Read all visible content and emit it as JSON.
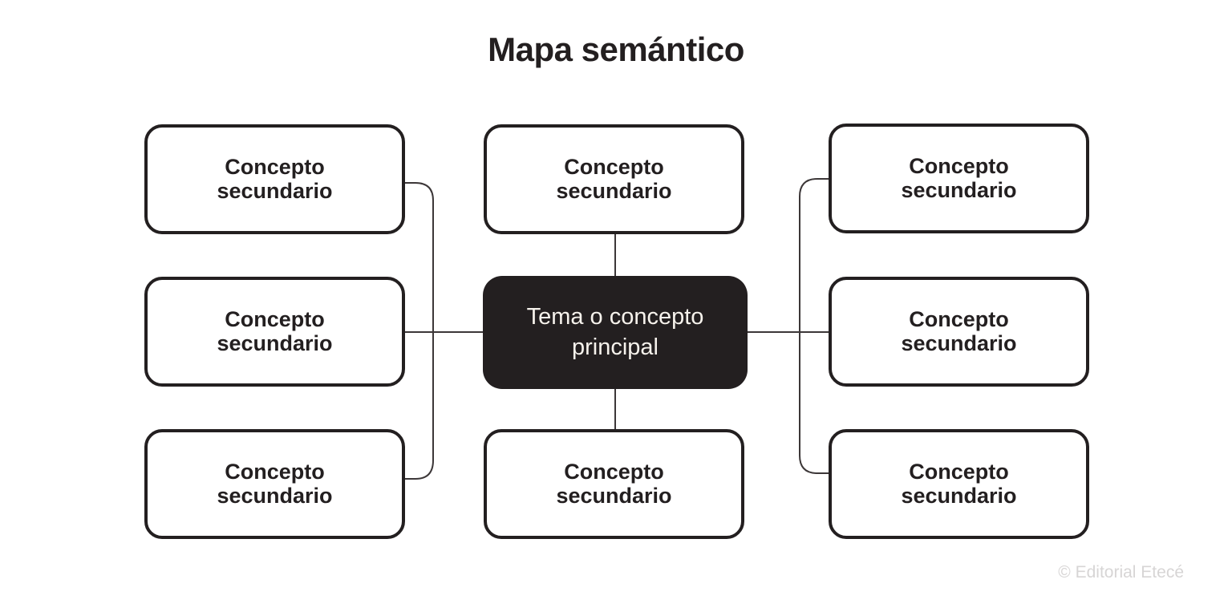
{
  "title": "Mapa semántico",
  "diagram": {
    "central": {
      "label": "Tema o concepto principal"
    },
    "nodes": [
      {
        "id": "left-top",
        "label": "Concepto secundario"
      },
      {
        "id": "left-middle",
        "label": "Concepto secundario"
      },
      {
        "id": "left-bottom",
        "label": "Concepto secundario"
      },
      {
        "id": "center-top",
        "label": "Concepto secundario"
      },
      {
        "id": "center-bottom",
        "label": "Concepto secundario"
      },
      {
        "id": "right-top",
        "label": "Concepto secundario"
      },
      {
        "id": "right-middle",
        "label": "Concepto secundario"
      },
      {
        "id": "right-bottom",
        "label": "Concepto secundario"
      }
    ]
  },
  "footer": {
    "credit": "© Editorial Etecé"
  },
  "colors": {
    "ink": "#231f20",
    "box_fill": "#ffffff",
    "central_fill": "#231f20",
    "central_text": "#f6f2ec",
    "line": "#3c3738",
    "watermark": "#d7d5d5",
    "background": "#ffffff"
  }
}
